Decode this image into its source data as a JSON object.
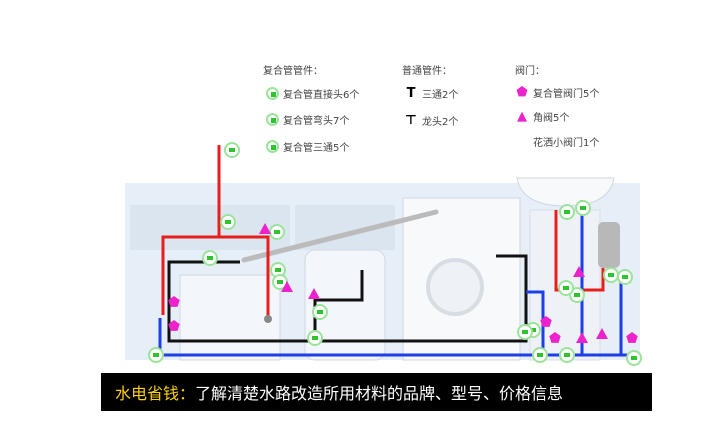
{
  "legend": {
    "composite": {
      "title": "复合管管件：",
      "items": [
        "复合管直接头6个",
        "复合管弯头7个",
        "复合管三通5个"
      ]
    },
    "normal": {
      "title": "普通管件：",
      "items": [
        "三通2个",
        "龙头2个"
      ]
    },
    "valves": {
      "title": "阀门：",
      "items": [
        "复合管阀门5个",
        "角阀5个",
        "花洒小阀门1个"
      ]
    }
  },
  "caption": {
    "highlight": "水电省钱：",
    "text": "了解清楚水路改造所用材料的品牌、型号、价格信息"
  },
  "colors": {
    "hot": "#e81e1e",
    "cold": "#1e3ee8",
    "drain": "#111111",
    "fitting": "#2ec42e",
    "valve": "#ee22cc",
    "caption_highlight": "#ffd200"
  }
}
